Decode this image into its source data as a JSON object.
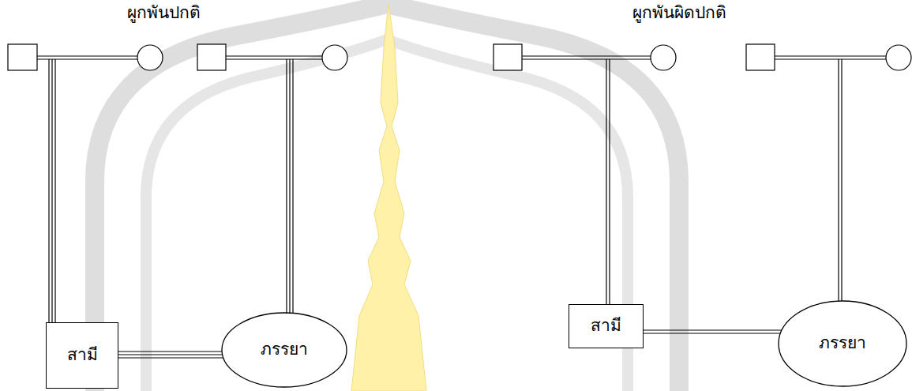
{
  "diagram": {
    "nodes": [
      {
        "text": [
          "สามี"
        ]
      },
      {
        "text": [
          "ภรรยา"
        ]
      },
      {
        "text": [
          "สามี"
        ]
      },
      {
        "text": [
          "ภรรยา"
        ]
      }
    ],
    "edges": [
      {
        "from": 0,
        "to": 1,
        "arrow": "none"
      },
      {
        "from": 2,
        "to": 3,
        "arrow": "none"
      }
    ],
    "labels": [
      "ผูกพันปกติ",
      "ผูกพันผิดปกติ"
    ]
  }
}
